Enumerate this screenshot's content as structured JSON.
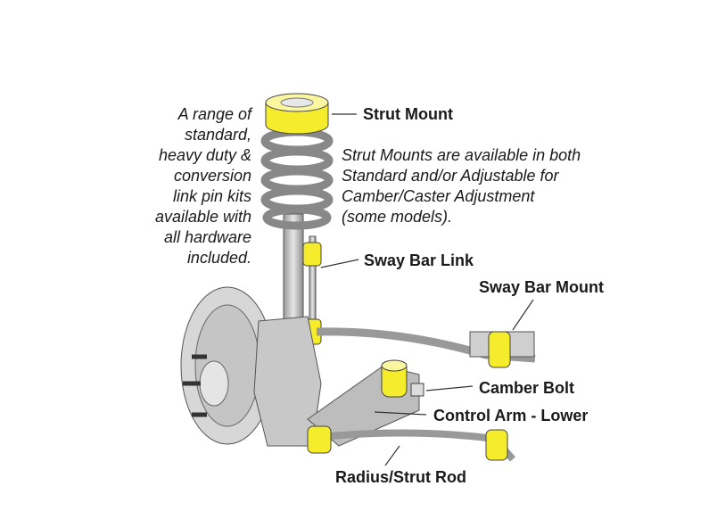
{
  "left_note": [
    "A range of",
    "standard,",
    "heavy duty &",
    "conversion",
    "link pin kits",
    "available with",
    "all hardware",
    "included."
  ],
  "strut_note": [
    "Strut Mounts are available in both",
    "Standard and/or Adjustable for",
    "Camber/Caster Adjustment",
    "(some models)."
  ],
  "labels": {
    "strut_mount": "Strut Mount",
    "sway_bar_link": "Sway Bar Link",
    "sway_bar_mount": "Sway Bar Mount",
    "camber_bolt": "Camber Bolt",
    "control_arm_lower": "Control Arm - Lower",
    "radius_strut_rod": "Radius/Strut Rod"
  },
  "colors": {
    "bushing": "#f5ec2c",
    "metal": "#c4c4c4",
    "outline": "#333333"
  }
}
